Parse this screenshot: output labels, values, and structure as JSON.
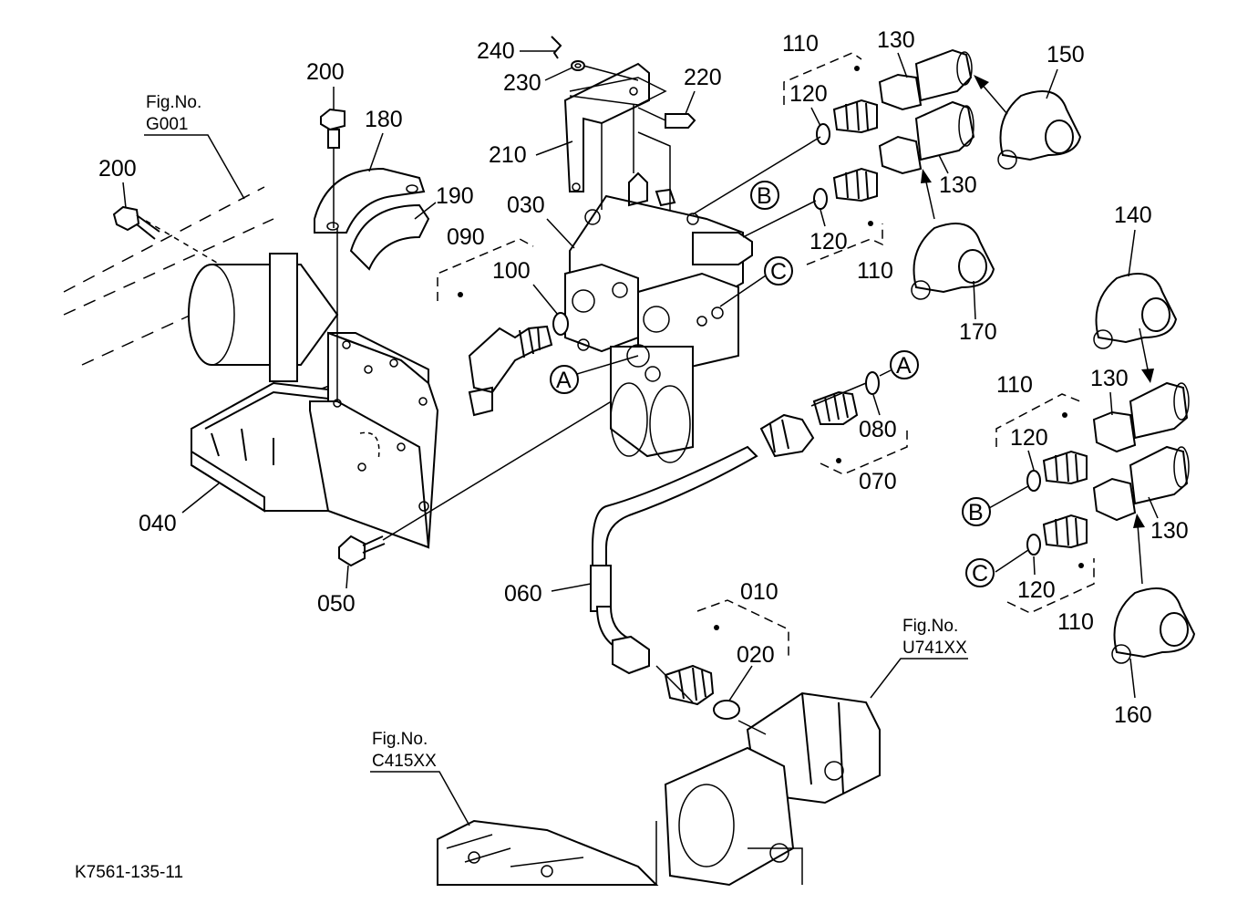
{
  "diagram_id": "K7561-135-11",
  "figure_refs": {
    "g001": {
      "label": "Fig.No.",
      "code": "G001"
    },
    "u741": {
      "label": "Fig.No.",
      "code": "U741XX"
    },
    "c415": {
      "label": "Fig.No.",
      "code": "C415XX"
    }
  },
  "parts": {
    "p240": "240",
    "p230": "230",
    "p220": "220",
    "p210": "210",
    "p200a": "200",
    "p200b": "200",
    "p180": "180",
    "p190": "190",
    "p030": "030",
    "p090": "090",
    "p100": "100",
    "p040": "040",
    "p050": "050",
    "p060": "060",
    "p010": "010",
    "p020": "020",
    "p070": "070",
    "p080": "080",
    "p110a": "110",
    "p110b": "110",
    "p110c": "110",
    "p110d": "110",
    "p120a": "120",
    "p120b": "120",
    "p120c": "120",
    "p120d": "120",
    "p130a": "130",
    "p130b": "130",
    "p130c": "130",
    "p130d": "130",
    "p150": "150",
    "p170": "170",
    "p140": "140",
    "p160": "160"
  },
  "port_markers": {
    "b1": "B",
    "c1": "C",
    "a1": "A",
    "a2": "A",
    "b2": "B",
    "c2": "C"
  }
}
